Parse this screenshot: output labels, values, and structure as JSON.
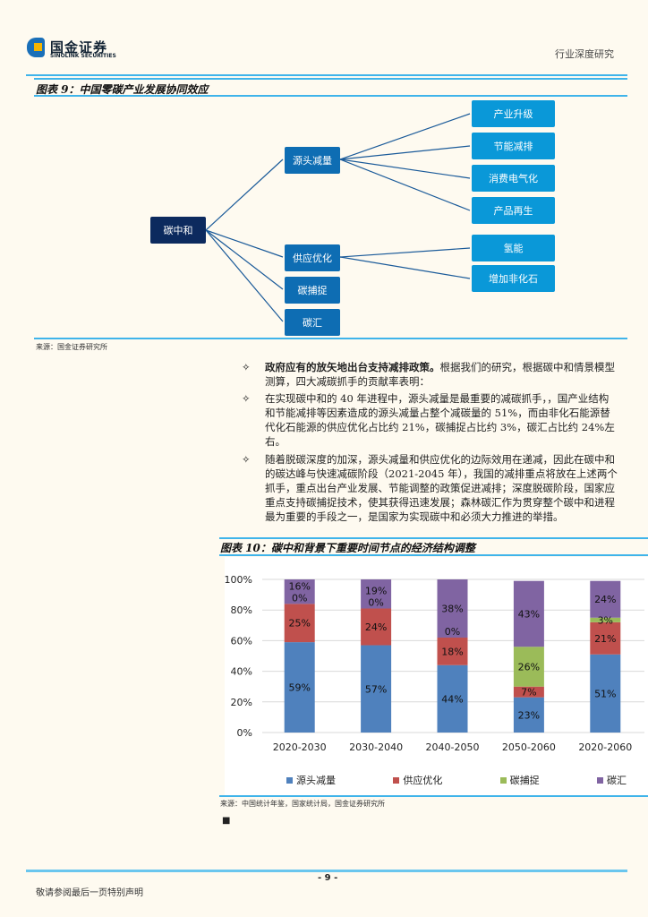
{
  "header": {
    "logo_cn": "国金证券",
    "logo_en": "SINOLINK SECURITIES",
    "section": "行业深度研究"
  },
  "figure9": {
    "title": "图表 9：中国零碳产业发展协同效应",
    "root": "碳中和",
    "level1": [
      "源头减量",
      "供应优化",
      "碳捕捉",
      "碳汇"
    ],
    "level2_source": [
      "产业升级",
      "节能减排",
      "消费电气化",
      "产品再生"
    ],
    "level2_supply": [
      "氢能",
      "增加非化石"
    ],
    "source": "来源：国金证券研究所"
  },
  "bullets": [
    {
      "bold": "政府应有的放矢地出台支持减排政策。",
      "text": "根据我们的研究，根据碳中和情景模型测算，四大减碳抓手的贡献率表明："
    },
    {
      "bold": "",
      "text": "在实现碳中和的 40 年进程中，源头减量是最重要的减碳抓手，，国产业结构和节能减排等因素造成的源头减量占整个减碳量的 51%，而由非化石能源替代化石能源的供应优化占比约 21%，碳捕捉占比约 3%，碳汇占比约 24%左右。"
    },
    {
      "bold": "",
      "text": "随着脱碳深度的加深，源头减量和供应优化的边际效用在递减，因此在碳中和的碳达峰与快速减碳阶段（2021-2045 年），我国的减排重点将放在上述两个抓手，重点出台产业发展、节能调整的政策促进减排；深度脱碳阶段，国家应重点支持碳捕捉技术，使其获得迅速发展；森林碳汇作为贯穿整个碳中和进程最为重要的手段之一，是国家为实现碳中和必须大力推进的举措。"
    }
  ],
  "bullet_marker": "✧",
  "figure10": {
    "title": "图表 10：碳中和背景下重要时间节点的经济结构调整",
    "source": "来源：中国统计年鉴，国家统计局，国金证券研究所"
  },
  "chart_data": {
    "type": "bar",
    "stacked": true,
    "categories": [
      "2020-2030",
      "2030-2040",
      "2040-2050",
      "2050-2060",
      "2020-2060"
    ],
    "series": [
      {
        "name": "源头减量",
        "color": "#4f81bd",
        "values": [
          59,
          57,
          44,
          23,
          51
        ]
      },
      {
        "name": "供应优化",
        "color": "#c0504d",
        "values": [
          25,
          24,
          18,
          7,
          21
        ]
      },
      {
        "name": "碳捕捉",
        "color": "#9bbb59",
        "values": [
          0,
          0,
          0,
          26,
          3
        ]
      },
      {
        "name": "碳汇",
        "color": "#8064a2",
        "values": [
          16,
          19,
          38,
          43,
          24
        ]
      }
    ],
    "yticks": [
      "0%",
      "20%",
      "40%",
      "60%",
      "80%",
      "100%"
    ],
    "ylim": [
      0,
      100
    ],
    "grid": true,
    "legend": "bottom"
  },
  "footer": {
    "page": "- 9 -",
    "disclaimer": "敬请参阅最后一页特别声明",
    "end_mark": "■"
  }
}
